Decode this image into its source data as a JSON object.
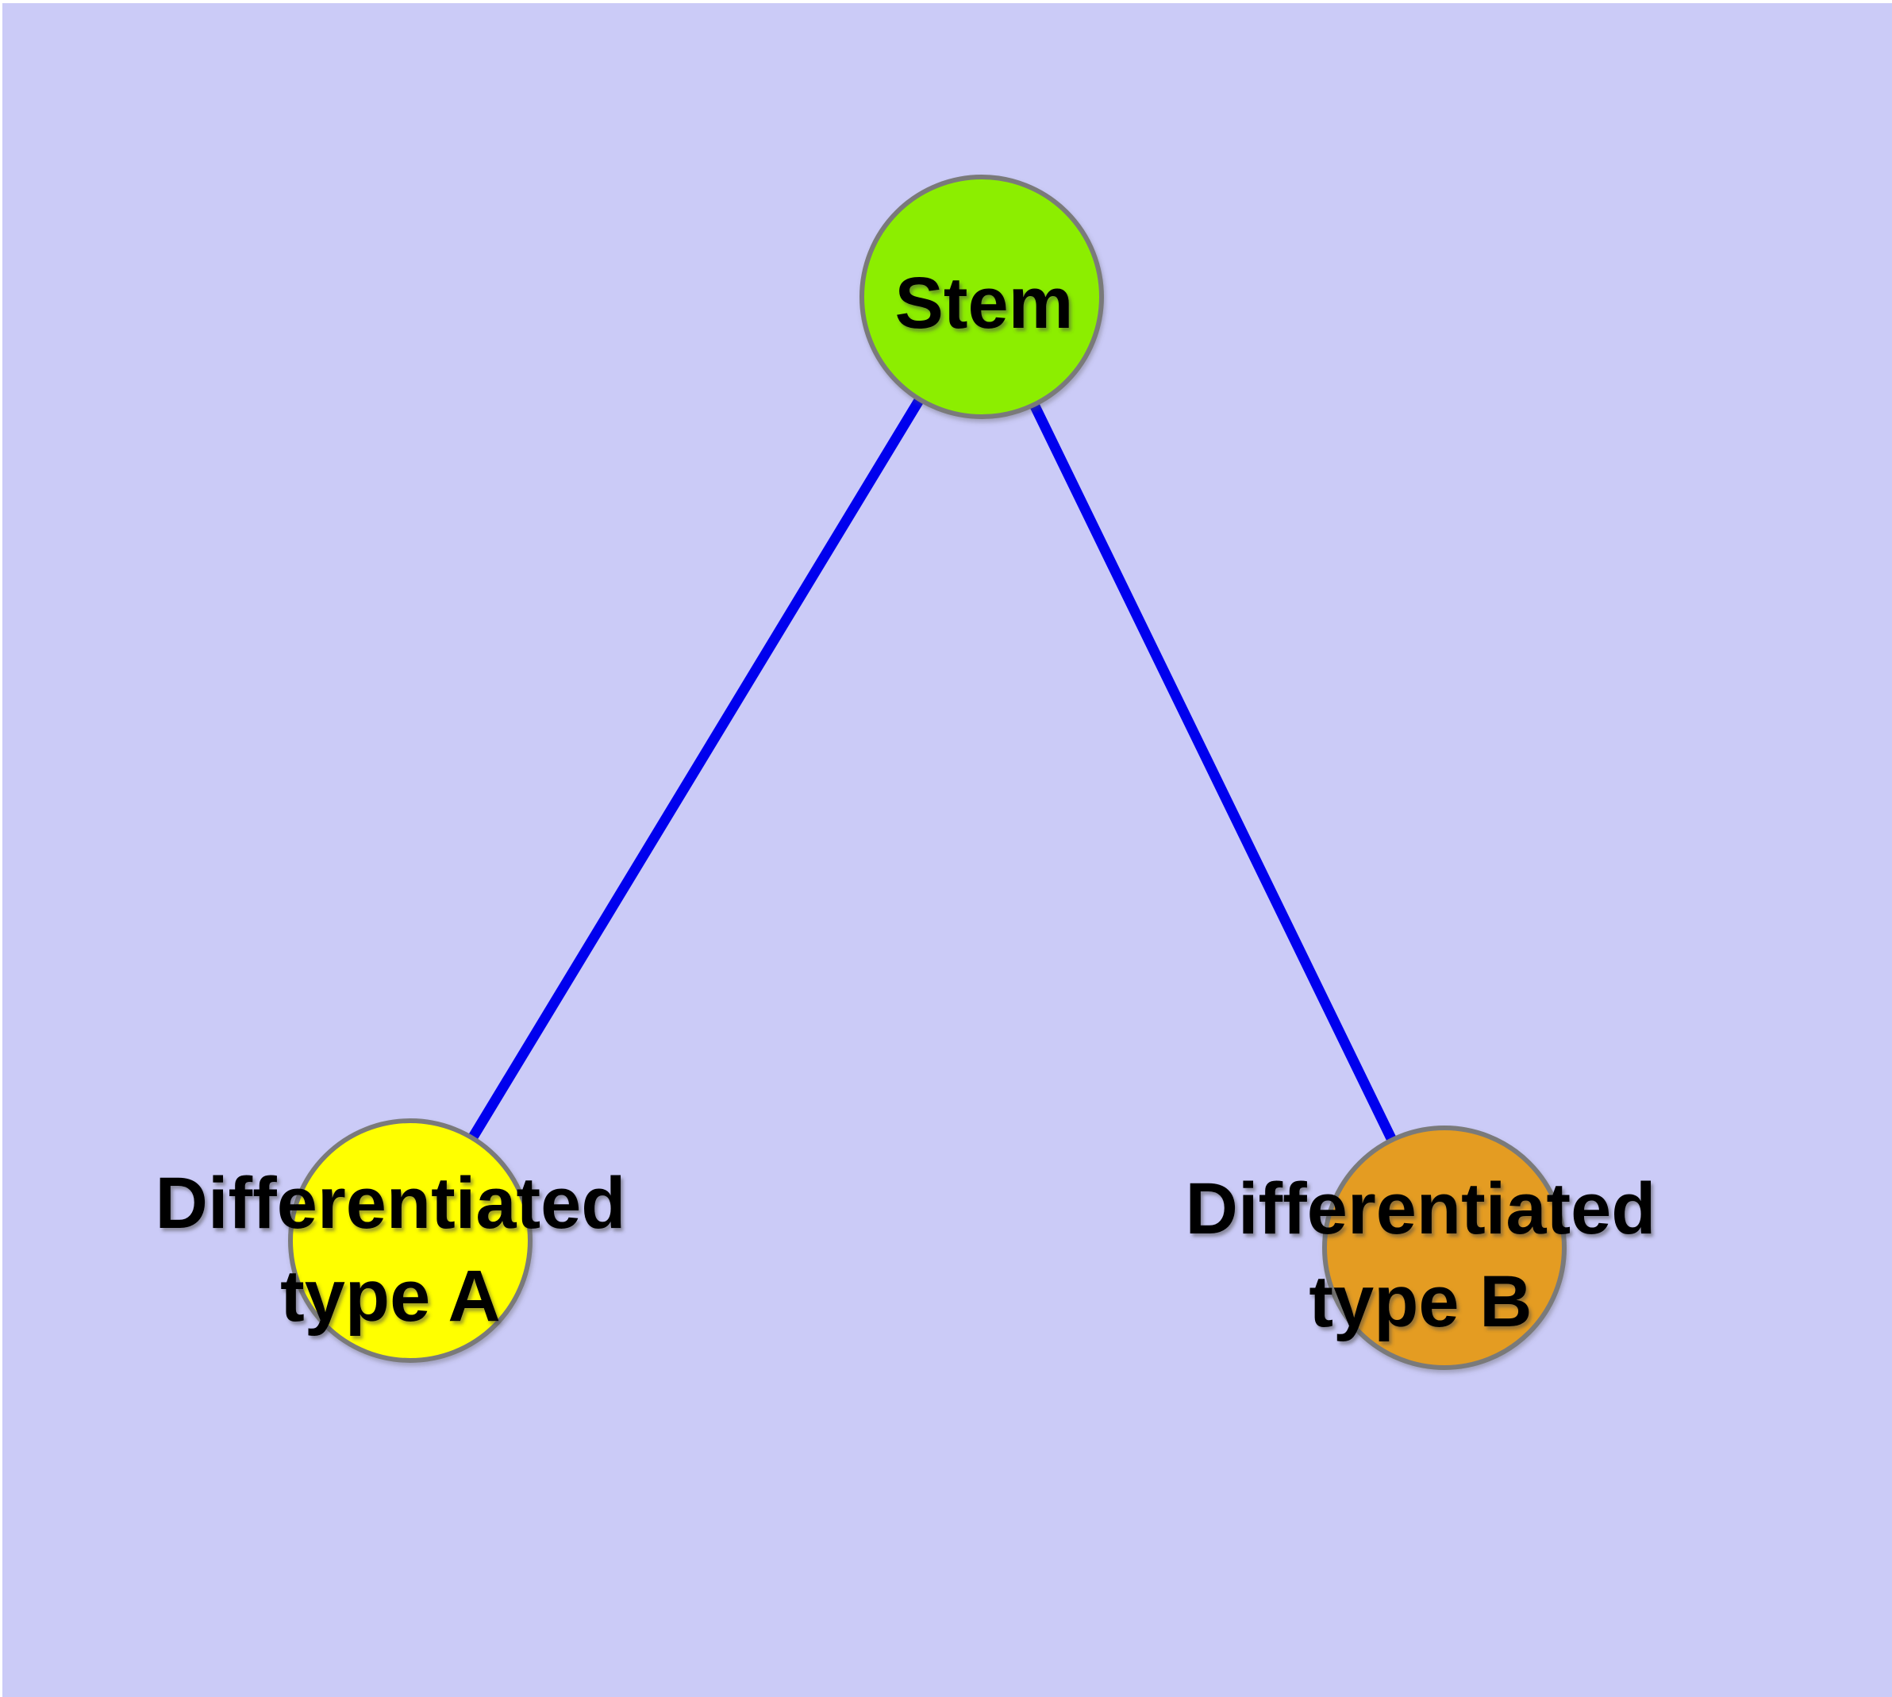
{
  "diagram": {
    "type": "graph",
    "description": "Stem cell differentiation tree with one root node and two child nodes",
    "background_color": "#CBCBF7",
    "edge_color": "#0000EE",
    "node_border_color": "#7A7A7A",
    "text_color": "#000000",
    "nodes": [
      {
        "id": "stem",
        "label": "Stem",
        "color": "#8CEE00"
      },
      {
        "id": "differentiated-type-a",
        "label_line1": "Differentiated",
        "label_line2": "type A",
        "color": "#FFFF00"
      },
      {
        "id": "differentiated-type-b",
        "label_line1": "Differentiated",
        "label_line2": "type B",
        "color": "#E49C20"
      }
    ],
    "edges": [
      {
        "from": "Stem",
        "to": "Differentiated type A"
      },
      {
        "from": "Stem",
        "to": "Differentiated type B"
      }
    ]
  }
}
